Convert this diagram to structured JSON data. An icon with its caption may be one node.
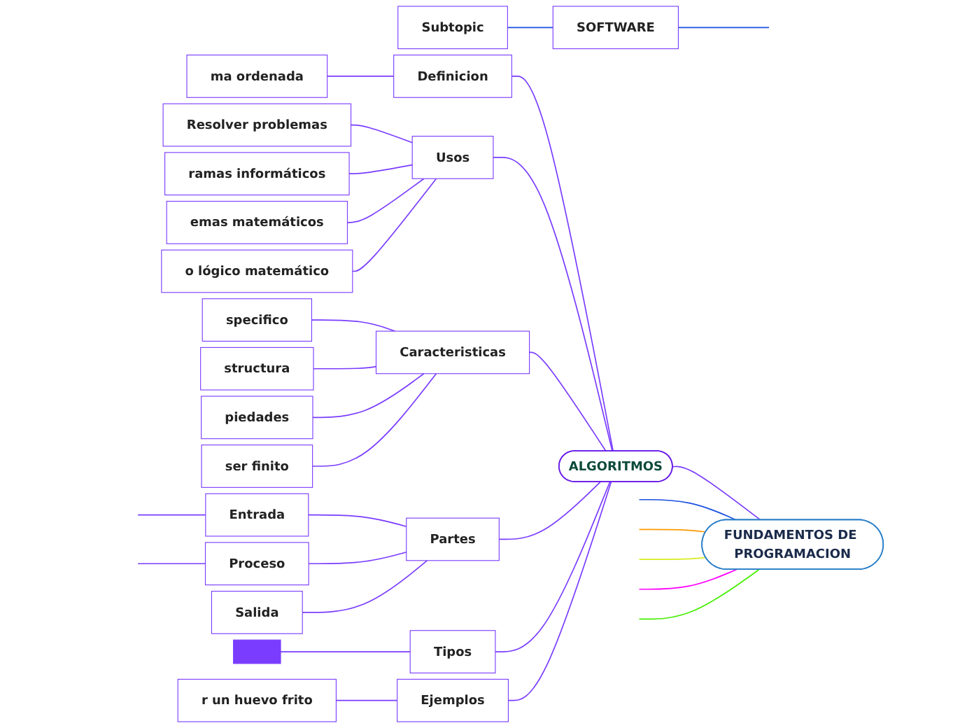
{
  "diagram": {
    "nodes": [
      {
        "text": [
          "FUNDAMENTOS DE PROGRAMACION"
        ]
      },
      {
        "text": [
          "ALGORITMOS"
        ]
      },
      {
        "text": [
          "Definicion"
        ]
      },
      {
        "text": [
          "ma ordenada"
        ]
      },
      {
        "text": [
          "Usos"
        ]
      },
      {
        "text": [
          "Resolver problemas"
        ]
      },
      {
        "text": [
          "ramas informáticos"
        ]
      },
      {
        "text": [
          "emas matemáticos"
        ]
      },
      {
        "text": [
          "o lógico matemático"
        ]
      },
      {
        "text": [
          "Caracteristicas"
        ]
      },
      {
        "text": [
          "specifico"
        ]
      },
      {
        "text": [
          "structura"
        ]
      },
      {
        "text": [
          "piedades"
        ]
      },
      {
        "text": [
          "ser finito"
        ]
      },
      {
        "text": [
          "Partes"
        ]
      },
      {
        "text": [
          "Entrada"
        ]
      },
      {
        "text": [
          "Proceso"
        ]
      },
      {
        "text": [
          "Salida"
        ]
      },
      {
        "text": [
          "Tipos"
        ]
      },
      {
        "text": [],
        "shape": "bar"
      },
      {
        "text": [
          "Ejemplos"
        ]
      },
      {
        "text": [
          "r un huevo frito"
        ]
      },
      {
        "text": [
          "SOFTWARE"
        ]
      },
      {
        "text": [
          "Subtopic"
        ]
      }
    ],
    "edges": [
      {
        "from": 0,
        "to": 1,
        "arrow": "none"
      },
      {
        "from": 1,
        "to": 2,
        "arrow": "none"
      },
      {
        "from": 2,
        "to": 3,
        "arrow": "none"
      },
      {
        "from": 1,
        "to": 4,
        "arrow": "none"
      },
      {
        "from": 4,
        "to": 5,
        "arrow": "none"
      },
      {
        "from": 4,
        "to": 6,
        "arrow": "none"
      },
      {
        "from": 4,
        "to": 7,
        "arrow": "none"
      },
      {
        "from": 4,
        "to": 8,
        "arrow": "none"
      },
      {
        "from": 1,
        "to": 9,
        "arrow": "none"
      },
      {
        "from": 9,
        "to": 10,
        "arrow": "none"
      },
      {
        "from": 9,
        "to": 11,
        "arrow": "none"
      },
      {
        "from": 9,
        "to": 12,
        "arrow": "none"
      },
      {
        "from": 9,
        "to": 13,
        "arrow": "none"
      },
      {
        "from": 1,
        "to": 14,
        "arrow": "none"
      },
      {
        "from": 14,
        "to": 15,
        "arrow": "none"
      },
      {
        "from": 15,
        "to": null,
        "arrow": "none"
      },
      {
        "from": 14,
        "to": 16,
        "arrow": "none"
      },
      {
        "from": 16,
        "to": null,
        "arrow": "none"
      },
      {
        "from": 14,
        "to": 17,
        "arrow": "none"
      },
      {
        "from": 1,
        "to": 18,
        "arrow": "none"
      },
      {
        "from": 18,
        "to": 19,
        "arrow": "none"
      },
      {
        "from": 1,
        "to": 20,
        "arrow": "none"
      },
      {
        "from": 20,
        "to": 21,
        "arrow": "none"
      },
      {
        "from": null,
        "to": 22,
        "arrow": "none",
        "color": "#1a4fe0"
      },
      {
        "from": 22,
        "to": 23,
        "arrow": "none",
        "color": "#1a4fe0"
      },
      {
        "from": 0,
        "to": null,
        "arrow": "none",
        "color": "#1a4fe0"
      },
      {
        "from": 0,
        "to": null,
        "arrow": "none",
        "color": "#ff9900"
      },
      {
        "from": 0,
        "to": null,
        "arrow": "none",
        "color": "#d8ec20"
      },
      {
        "from": 0,
        "to": null,
        "arrow": "none",
        "color": "#ff00ff"
      },
      {
        "from": 0,
        "to": null,
        "arrow": "none",
        "color": "#44ee00"
      }
    ]
  }
}
